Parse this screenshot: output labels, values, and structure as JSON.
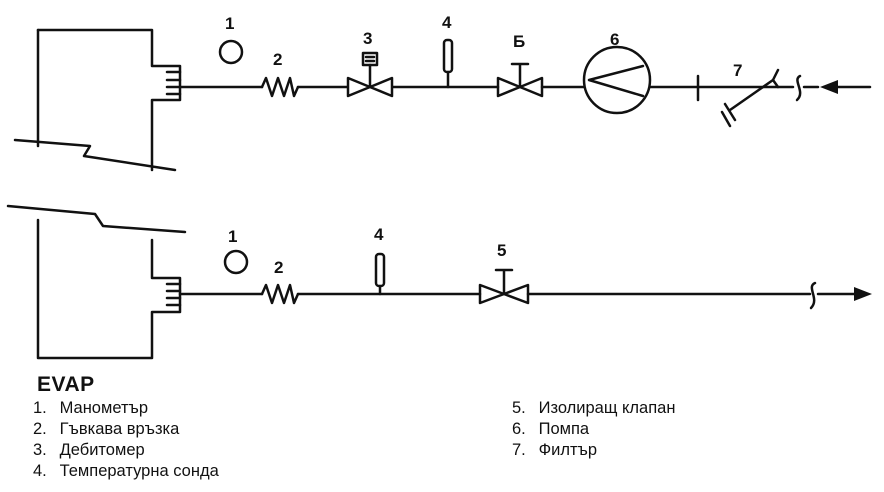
{
  "unit_label": "EVAP",
  "top_numbers": [
    "1",
    "2",
    "3",
    "4",
    "Б",
    "6",
    "7"
  ],
  "bottom_numbers": [
    "1",
    "2",
    "4",
    "5"
  ],
  "legend": [
    {
      "num": "1.",
      "text": "Манометър"
    },
    {
      "num": "2.",
      "text": "Гъвкава връзка"
    },
    {
      "num": "3.",
      "text": "Дебитомер"
    },
    {
      "num": "4.",
      "text": "Температурна сонда"
    },
    {
      "num": "5.",
      "text": "Изолиращ клапан"
    },
    {
      "num": "6.",
      "text": "Помпа"
    },
    {
      "num": "7.",
      "text": "Филтър"
    }
  ]
}
